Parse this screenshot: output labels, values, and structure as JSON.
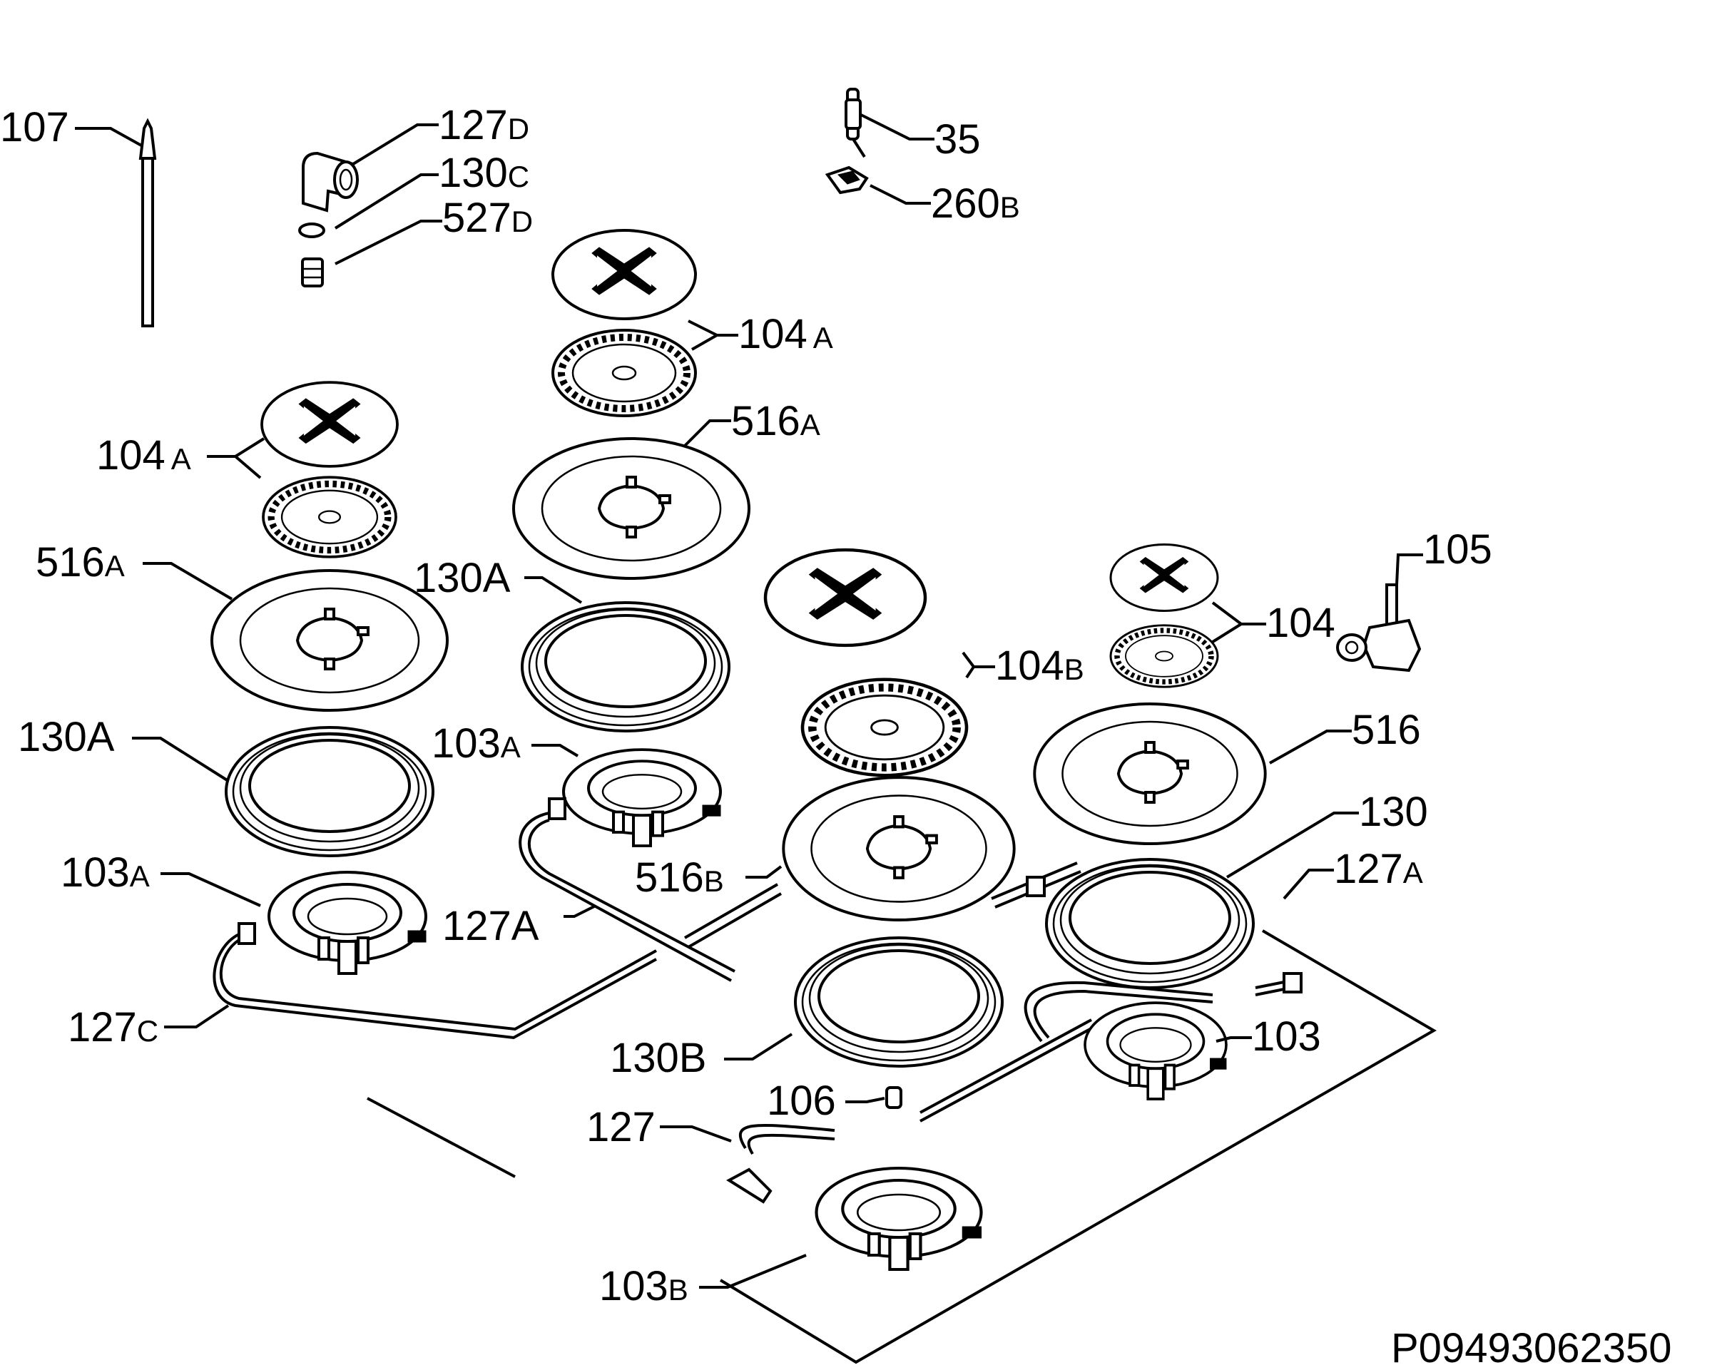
{
  "diagram": {
    "code": "P09493062350",
    "labels": {
      "l107": "107",
      "l127d": {
        "num": "127",
        "suf": "D"
      },
      "l130c": {
        "num": "130",
        "suf": "C"
      },
      "l527d": {
        "num": "527",
        "suf": "D"
      },
      "l35": "35",
      "l260b": {
        "num": "260",
        "suf": "B"
      },
      "l104a_top": {
        "num": "104",
        "suf": "A"
      },
      "l516a_top": {
        "num": "516",
        "suf": "A"
      },
      "l104a_left": {
        "num": "104",
        "suf": "A"
      },
      "l516a_left": {
        "num": "516",
        "suf": "A"
      },
      "l130a_mid": "130A",
      "l130a_left": "130A",
      "l103a_mid": {
        "num": "103",
        "suf": "A"
      },
      "l103a_left": {
        "num": "103",
        "suf": "A"
      },
      "l127a_mid": "127A",
      "l127c": {
        "num": "127",
        "suf": "C"
      },
      "l105": "105",
      "l104": "104",
      "l104b": {
        "num": "104",
        "suf": "B"
      },
      "l516": "516",
      "l130": "130",
      "l127a_right": {
        "num": "127",
        "suf": "A"
      },
      "l516b": {
        "num": "516",
        "suf": "B"
      },
      "l103": "103",
      "l130b": "130B",
      "l106": "106",
      "l127": "127",
      "l103b": {
        "num": "103",
        "suf": "B"
      }
    }
  }
}
